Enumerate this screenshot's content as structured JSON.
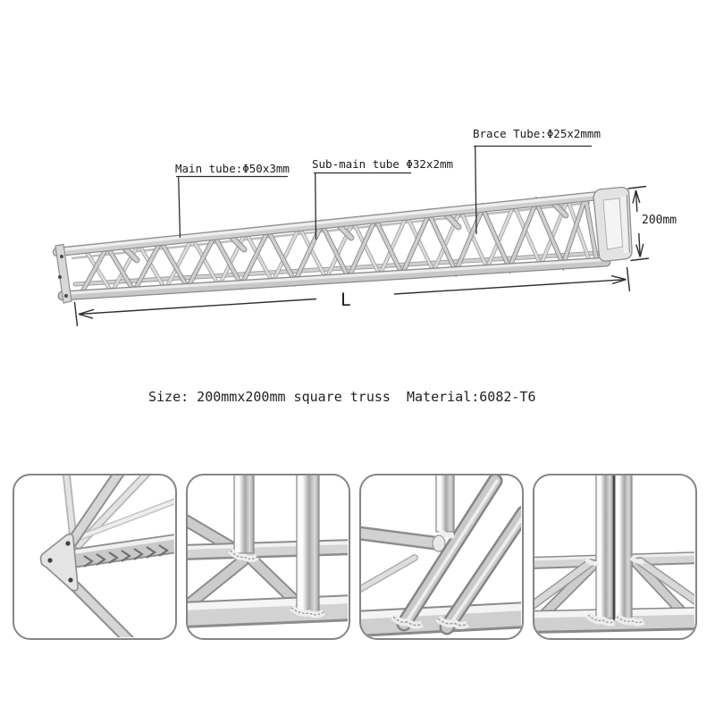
{
  "colors": {
    "background": "#ffffff",
    "drawing_line": "#2e2e2e",
    "tube_light": "#d6d6d6",
    "tube_dark": "#8e8e8e",
    "photo_border": "#858585"
  },
  "annotations": {
    "main_tube_label": "Main tube:Φ50x3mm",
    "sub_main_tube_label": "Sub-main tube Φ32x2mm",
    "brace_tube_label": "Brace Tube:Φ25x2mmm",
    "height_dimension": "200mm",
    "length_dimension": "L"
  },
  "caption": {
    "text": "Size: 200mmx200mm square truss  Material:6082-T6"
  },
  "photos": [
    {
      "name": "truss-end-panel-closeup"
    },
    {
      "name": "chord-brace-joint-closeup"
    },
    {
      "name": "diagonal-brace-weld-closeup"
    },
    {
      "name": "section-butt-joint-closeup"
    }
  ]
}
